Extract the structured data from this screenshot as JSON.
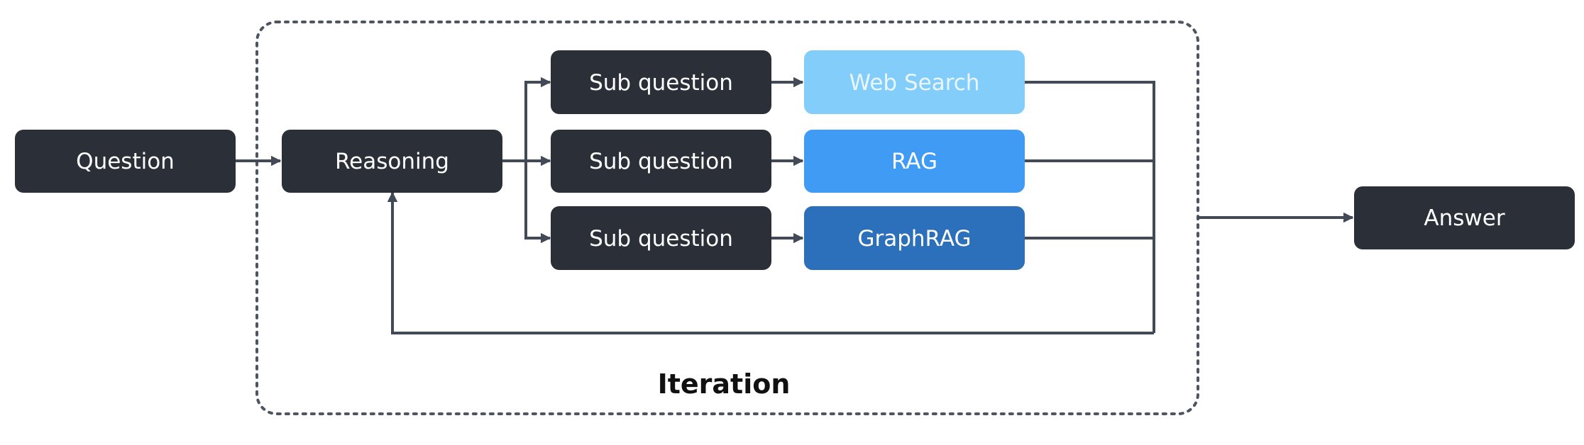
{
  "diagram": {
    "nodes": {
      "question": "Question",
      "reasoning": "Reasoning",
      "sub_question_1": "Sub question",
      "sub_question_2": "Sub question",
      "sub_question_3": "Sub question",
      "web_search": "Web Search",
      "rag": "RAG",
      "graphrag": "GraphRAG",
      "answer": "Answer"
    },
    "group_label": "Iteration",
    "colors": {
      "dark_node": "#2b3038",
      "web_search": "#82cdfa",
      "rag": "#409bf5",
      "graphrag": "#2c6fba",
      "edge": "#424957",
      "group_border": "#4d5563"
    },
    "edges": [
      {
        "from": "question",
        "to": "reasoning"
      },
      {
        "from": "reasoning",
        "to": "sub_question_1"
      },
      {
        "from": "reasoning",
        "to": "sub_question_2"
      },
      {
        "from": "reasoning",
        "to": "sub_question_3"
      },
      {
        "from": "sub_question_1",
        "to": "web_search"
      },
      {
        "from": "sub_question_2",
        "to": "rag"
      },
      {
        "from": "sub_question_3",
        "to": "graphrag"
      },
      {
        "from": "web_search",
        "to": "reasoning"
      },
      {
        "from": "rag",
        "to": "reasoning"
      },
      {
        "from": "graphrag",
        "to": "reasoning"
      },
      {
        "from": "iteration",
        "to": "answer"
      }
    ]
  }
}
